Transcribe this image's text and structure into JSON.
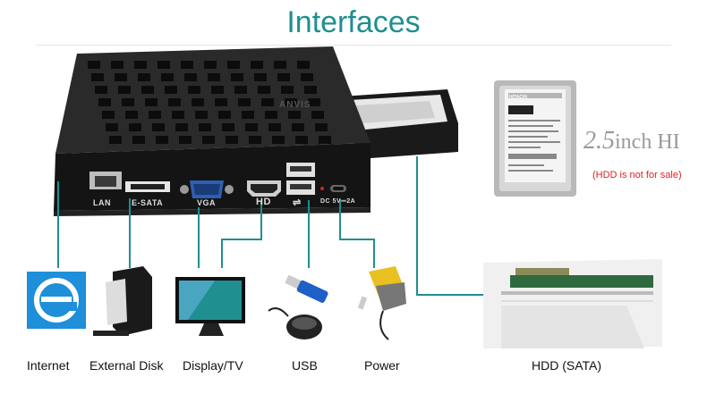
{
  "title": "Interfaces",
  "device": {
    "brand_watermark": "ANVIS",
    "ports": [
      {
        "id": "lan",
        "label": "LAN"
      },
      {
        "id": "esata",
        "label": "E-SATA"
      },
      {
        "id": "vga",
        "label": "VGA"
      },
      {
        "id": "hd",
        "label": "HD"
      },
      {
        "id": "usb",
        "label": "⇌"
      },
      {
        "id": "dc",
        "label": "DC 5V⎓2A"
      }
    ]
  },
  "hdd": {
    "size_num": "2.5",
    "size_text": "inch HI",
    "note": "(HDD is not for sale)",
    "brand": "HITACHI"
  },
  "connections": [
    {
      "id": "internet",
      "label": "Internet"
    },
    {
      "id": "external-disk",
      "label": "External  Disk"
    },
    {
      "id": "display",
      "label": "Display/TV"
    },
    {
      "id": "usb",
      "label": "USB"
    },
    {
      "id": "power",
      "label": "Power"
    },
    {
      "id": "hdd-sata",
      "label": "HDD (SATA)"
    }
  ],
  "colors": {
    "accent": "#1f8f8f",
    "note": "#dd2222",
    "device": "#151515"
  }
}
